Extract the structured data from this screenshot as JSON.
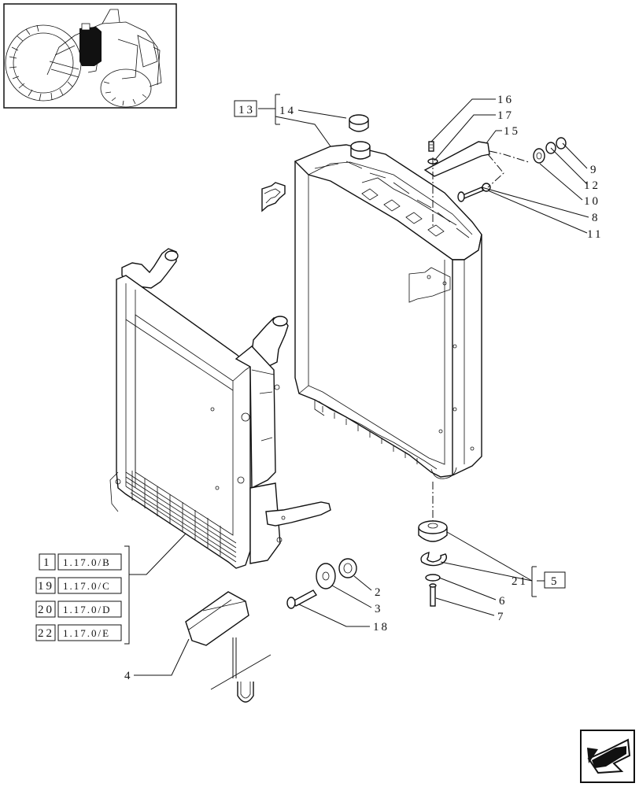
{
  "diagram": {
    "callouts": [
      {
        "id": "c1",
        "text": "1"
      },
      {
        "id": "c2",
        "text": "2"
      },
      {
        "id": "c3",
        "text": "3"
      },
      {
        "id": "c4",
        "text": "4"
      },
      {
        "id": "c5",
        "text": "5"
      },
      {
        "id": "c6",
        "text": "6"
      },
      {
        "id": "c7",
        "text": "7"
      },
      {
        "id": "c8",
        "text": "8"
      },
      {
        "id": "c9",
        "text": "9"
      },
      {
        "id": "c10",
        "text": "10"
      },
      {
        "id": "c11",
        "text": "11"
      },
      {
        "id": "c12",
        "text": "12"
      },
      {
        "id": "c13",
        "text": "13"
      },
      {
        "id": "c14",
        "text": "14"
      },
      {
        "id": "c15",
        "text": "15"
      },
      {
        "id": "c16",
        "text": "16"
      },
      {
        "id": "c17",
        "text": "17"
      },
      {
        "id": "c18",
        "text": "18"
      },
      {
        "id": "c19",
        "text": "19"
      },
      {
        "id": "c20",
        "text": "20"
      },
      {
        "id": "c21",
        "text": "21"
      },
      {
        "id": "c22",
        "text": "22"
      }
    ],
    "refs": {
      "r1": "1.17.0/B",
      "r19": "1.17.0/C",
      "r20": "1.17.0/D",
      "r22": "1.17.0/E"
    },
    "icons": {
      "thumbnail": "tractor-location-thumbnail",
      "nav": "next-page-arrow-icon"
    }
  }
}
